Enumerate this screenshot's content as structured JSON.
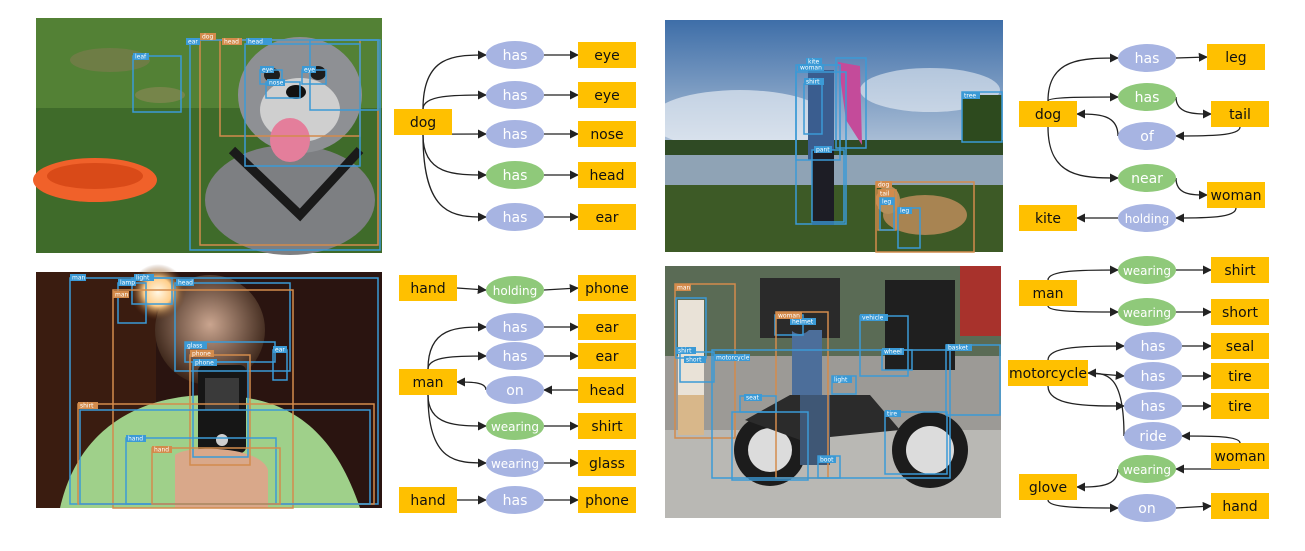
{
  "colors": {
    "object_node": "#ffc000",
    "relation_node": "#a7b4e2",
    "relation_highlight": "#8fc97a",
    "box_blue": "#3b9ad6",
    "box_orange": "#d38b4c",
    "edge": "#222222"
  },
  "panels": [
    {
      "id": "dog-frisbee",
      "photo_labels": [
        {
          "text": "leaf",
          "color": "blue"
        },
        {
          "text": "dog",
          "color": "orange"
        },
        {
          "text": "head",
          "color": "orange"
        },
        {
          "text": "head",
          "color": "blue"
        },
        {
          "text": "eye",
          "color": "blue"
        },
        {
          "text": "eye",
          "color": "blue"
        },
        {
          "text": "nose",
          "color": "blue"
        },
        {
          "text": "ear",
          "color": "blue"
        }
      ],
      "nodes": [
        {
          "id": "dog",
          "kind": "object",
          "label": "dog"
        },
        {
          "id": "r1",
          "kind": "relation",
          "label": "has"
        },
        {
          "id": "r2",
          "kind": "relation",
          "label": "has"
        },
        {
          "id": "r3",
          "kind": "relation",
          "label": "has"
        },
        {
          "id": "r4",
          "kind": "highlight",
          "label": "has"
        },
        {
          "id": "r5",
          "kind": "relation",
          "label": "has"
        },
        {
          "id": "o1",
          "kind": "object",
          "label": "eye"
        },
        {
          "id": "o2",
          "kind": "object",
          "label": "eye"
        },
        {
          "id": "o3",
          "kind": "object",
          "label": "nose"
        },
        {
          "id": "o4",
          "kind": "object",
          "label": "head"
        },
        {
          "id": "o5",
          "kind": "object",
          "label": "ear"
        }
      ],
      "edges": [
        [
          "dog",
          "r1"
        ],
        [
          "r1",
          "o1"
        ],
        [
          "dog",
          "r2"
        ],
        [
          "r2",
          "o2"
        ],
        [
          "dog",
          "r3"
        ],
        [
          "r3",
          "o3"
        ],
        [
          "dog",
          "r4"
        ],
        [
          "r4",
          "o4"
        ],
        [
          "dog",
          "r5"
        ],
        [
          "r5",
          "o5"
        ]
      ]
    },
    {
      "id": "man-phone",
      "photo_labels": [
        {
          "text": "man",
          "color": "blue"
        },
        {
          "text": "lamp",
          "color": "blue"
        },
        {
          "text": "light",
          "color": "blue"
        },
        {
          "text": "head",
          "color": "blue"
        },
        {
          "text": "man",
          "color": "orange"
        },
        {
          "text": "ear",
          "color": "blue"
        },
        {
          "text": "glass",
          "color": "blue"
        },
        {
          "text": "phone",
          "color": "orange"
        },
        {
          "text": "phone",
          "color": "blue"
        },
        {
          "text": "shirt",
          "color": "orange"
        },
        {
          "text": "hand",
          "color": "blue"
        },
        {
          "text": "hand",
          "color": "orange"
        }
      ],
      "nodes": [
        {
          "id": "hand1",
          "kind": "object",
          "label": "hand"
        },
        {
          "id": "r0",
          "kind": "highlight",
          "label": "holding"
        },
        {
          "id": "phone1",
          "kind": "object",
          "label": "phone"
        },
        {
          "id": "man",
          "kind": "object",
          "label": "man"
        },
        {
          "id": "r1",
          "kind": "relation",
          "label": "has"
        },
        {
          "id": "ear1",
          "kind": "object",
          "label": "ear"
        },
        {
          "id": "r2",
          "kind": "relation",
          "label": "has"
        },
        {
          "id": "ear2",
          "kind": "object",
          "label": "ear"
        },
        {
          "id": "r3",
          "kind": "relation",
          "label": "on"
        },
        {
          "id": "head",
          "kind": "object",
          "label": "head"
        },
        {
          "id": "r4",
          "kind": "highlight",
          "label": "wearing"
        },
        {
          "id": "shirt",
          "kind": "object",
          "label": "shirt"
        },
        {
          "id": "r5",
          "kind": "relation",
          "label": "wearing"
        },
        {
          "id": "glass",
          "kind": "object",
          "label": "glass"
        },
        {
          "id": "hand2",
          "kind": "object",
          "label": "hand"
        },
        {
          "id": "r6",
          "kind": "relation",
          "label": "has"
        },
        {
          "id": "phone2",
          "kind": "object",
          "label": "phone"
        }
      ],
      "edges": [
        [
          "hand1",
          "r0"
        ],
        [
          "r0",
          "phone1"
        ],
        [
          "man",
          "r1"
        ],
        [
          "r1",
          "ear1"
        ],
        [
          "man",
          "r2"
        ],
        [
          "r2",
          "ear2"
        ],
        [
          "head",
          "r3"
        ],
        [
          "r3",
          "man"
        ],
        [
          "man",
          "r4"
        ],
        [
          "r4",
          "shirt"
        ],
        [
          "man",
          "r5"
        ],
        [
          "r5",
          "glass"
        ],
        [
          "hand2",
          "r6"
        ],
        [
          "r6",
          "phone2"
        ]
      ]
    },
    {
      "id": "kite-lake",
      "photo_labels": [
        {
          "text": "kite",
          "color": "blue"
        },
        {
          "text": "woman",
          "color": "blue"
        },
        {
          "text": "shirt",
          "color": "blue"
        },
        {
          "text": "tree",
          "color": "blue"
        },
        {
          "text": "pant",
          "color": "blue"
        },
        {
          "text": "dog",
          "color": "orange"
        },
        {
          "text": "tail",
          "color": "orange"
        },
        {
          "text": "leg",
          "color": "blue"
        },
        {
          "text": "leg",
          "color": "blue"
        }
      ],
      "nodes": [
        {
          "id": "dog",
          "kind": "object",
          "label": "dog"
        },
        {
          "id": "r1",
          "kind": "relation",
          "label": "has"
        },
        {
          "id": "leg",
          "kind": "object",
          "label": "leg"
        },
        {
          "id": "r2",
          "kind": "highlight",
          "label": "has"
        },
        {
          "id": "tail",
          "kind": "object",
          "label": "tail"
        },
        {
          "id": "r3",
          "kind": "relation",
          "label": "of"
        },
        {
          "id": "r4",
          "kind": "highlight",
          "label": "near"
        },
        {
          "id": "woman",
          "kind": "object",
          "label": "woman"
        },
        {
          "id": "r5",
          "kind": "relation",
          "label": "holding"
        },
        {
          "id": "kite",
          "kind": "object",
          "label": "kite"
        }
      ],
      "edges": [
        [
          "dog",
          "r1"
        ],
        [
          "r1",
          "leg"
        ],
        [
          "dog",
          "r2"
        ],
        [
          "r2",
          "tail"
        ],
        [
          "tail",
          "r3"
        ],
        [
          "r3",
          "dog"
        ],
        [
          "dog",
          "r4"
        ],
        [
          "r4",
          "woman"
        ],
        [
          "woman",
          "r5"
        ],
        [
          "r5",
          "kite"
        ]
      ]
    },
    {
      "id": "motorcycle-street",
      "photo_labels": [
        {
          "text": "man",
          "color": "orange"
        },
        {
          "text": "short",
          "color": "blue"
        },
        {
          "text": "shirt",
          "color": "blue"
        },
        {
          "text": "helmet",
          "color": "blue"
        },
        {
          "text": "woman",
          "color": "orange"
        },
        {
          "text": "vehicle",
          "color": "blue"
        },
        {
          "text": "wheel",
          "color": "blue"
        },
        {
          "text": "basket",
          "color": "blue"
        },
        {
          "text": "seat",
          "color": "blue"
        },
        {
          "text": "tire",
          "color": "blue"
        },
        {
          "text": "boot",
          "color": "blue"
        },
        {
          "text": "light",
          "color": "blue"
        },
        {
          "text": "motorcycle",
          "color": "blue"
        }
      ],
      "nodes": [
        {
          "id": "man",
          "kind": "object",
          "label": "man"
        },
        {
          "id": "r1",
          "kind": "highlight",
          "label": "wearing"
        },
        {
          "id": "shirt",
          "kind": "object",
          "label": "shirt"
        },
        {
          "id": "r2",
          "kind": "highlight",
          "label": "wearing"
        },
        {
          "id": "short",
          "kind": "object",
          "label": "short"
        },
        {
          "id": "moto",
          "kind": "object",
          "label": "motorcycle"
        },
        {
          "id": "r3",
          "kind": "relation",
          "label": "has"
        },
        {
          "id": "seal",
          "kind": "object",
          "label": "seal"
        },
        {
          "id": "r4",
          "kind": "relation",
          "label": "has"
        },
        {
          "id": "tire1",
          "kind": "object",
          "label": "tire"
        },
        {
          "id": "r5",
          "kind": "relation",
          "label": "has"
        },
        {
          "id": "tire2",
          "kind": "object",
          "label": "tire"
        },
        {
          "id": "r6",
          "kind": "relation",
          "label": "ride"
        },
        {
          "id": "woman",
          "kind": "object",
          "label": "woman"
        },
        {
          "id": "r7",
          "kind": "highlight",
          "label": "wearing"
        },
        {
          "id": "glove",
          "kind": "object",
          "label": "glove"
        },
        {
          "id": "r8",
          "kind": "relation",
          "label": "on"
        },
        {
          "id": "hand",
          "kind": "object",
          "label": "hand"
        }
      ],
      "edges": [
        [
          "man",
          "r1"
        ],
        [
          "r1",
          "shirt"
        ],
        [
          "man",
          "r2"
        ],
        [
          "r2",
          "short"
        ],
        [
          "moto",
          "r3"
        ],
        [
          "r3",
          "seal"
        ],
        [
          "moto",
          "r4"
        ],
        [
          "r4",
          "tire1"
        ],
        [
          "moto",
          "r5"
        ],
        [
          "r5",
          "tire2"
        ],
        [
          "woman",
          "r6"
        ],
        [
          "r6",
          "moto"
        ],
        [
          "woman",
          "r7"
        ],
        [
          "r7",
          "glove"
        ],
        [
          "glove",
          "r8"
        ],
        [
          "r8",
          "hand"
        ]
      ]
    }
  ]
}
